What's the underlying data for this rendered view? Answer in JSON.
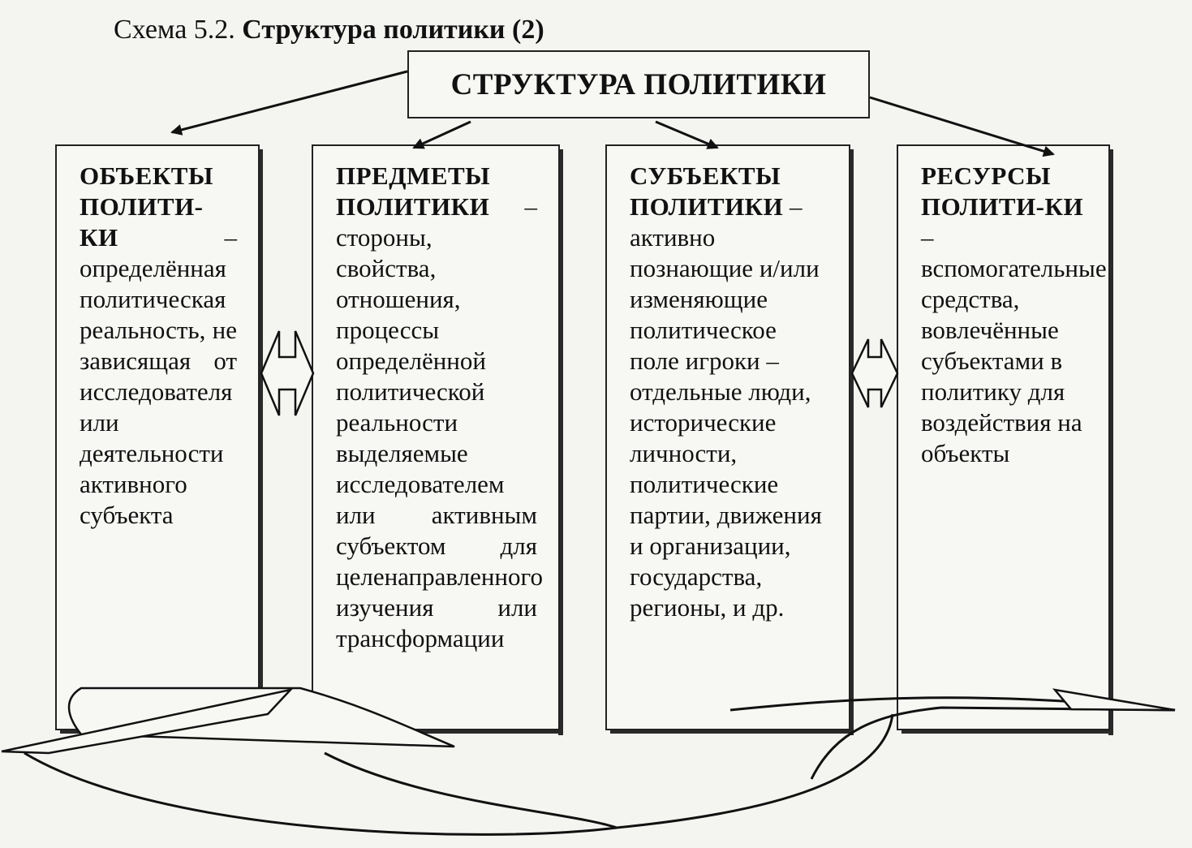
{
  "caption": {
    "prefix": "Схема 5.2.",
    "title": "Структура политики (2)"
  },
  "header": {
    "label": "СТРУКТУРА ПОЛИТИКИ"
  },
  "columns": [
    {
      "term": "ОБЪЕКТЫ ПОЛИТИ-КИ",
      "text": "определённая политическая реальность, не зависящая от исследователя или деятельности активного субъекта"
    },
    {
      "term": "ПРЕДМЕТЫ ПОЛИТИКИ",
      "text": "стороны, свойства, отношения, процессы определённой политической реальности выделяемые исследователем или активным субъектом для целенаправленного изучения или трансформации"
    },
    {
      "term": "СУБЪЕКТЫ ПОЛИТИКИ",
      "text": "активно познающие и/или изменяющие политическое поле игроки – отдельные люди, исторические личности, политические партии, движения и организации, государства, регионы, и др."
    },
    {
      "term": "РЕСУРСЫ ПОЛИТИ-КИ",
      "text": "вспомогательные средства, вовлечённые субъектами в политику для воздействия на объекты"
    }
  ]
}
